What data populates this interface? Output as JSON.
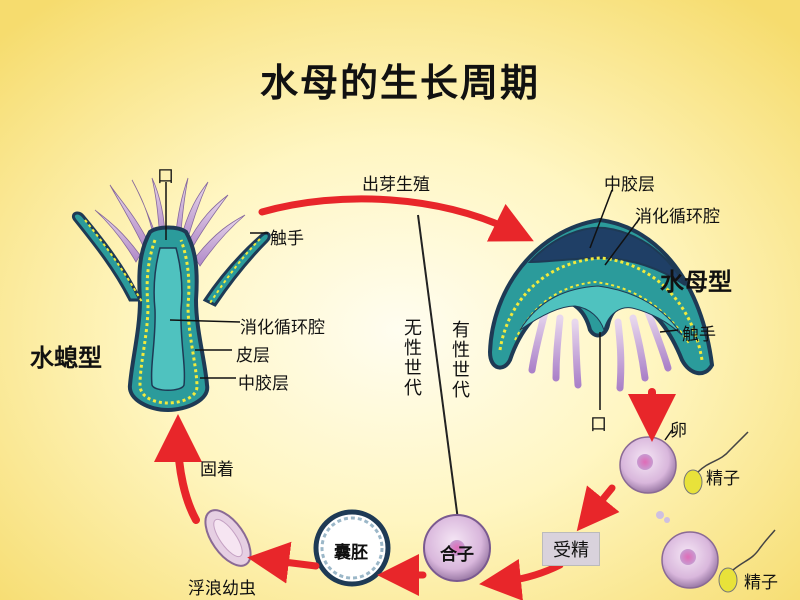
{
  "title": "水母的生长周期",
  "labels": {
    "mouth_top": "口",
    "budding": "出芽生殖",
    "tentacle_left": "触手",
    "digestive_left": "消化循环腔",
    "ectoderm": "皮层",
    "mesoglea_left": "中胶层",
    "polyp_type": "水螅型",
    "asexual": "无性世代",
    "sexual": "有性世代",
    "mesoglea_right": "中胶层",
    "digestive_right": "消化循环腔",
    "medusa_type": "水母型",
    "tentacle_right": "触手",
    "mouth_bottom": "口",
    "egg": "卵",
    "sperm_1": "精子",
    "fertilization": "受精",
    "sperm_2": "精子",
    "zygote": "合子",
    "blastula": "囊胚",
    "planula": "浮浪幼虫",
    "attach": "固着"
  },
  "colors": {
    "background_center": "#fffbe0",
    "background_edge": "#f7df7a",
    "arrow_red": "#e8262a",
    "body_teal": "#2b9b9b",
    "tentacle_purple": "#b58ed1",
    "outline_dark": "#1e3a55",
    "dots_yellow": "#f2ea3c"
  }
}
